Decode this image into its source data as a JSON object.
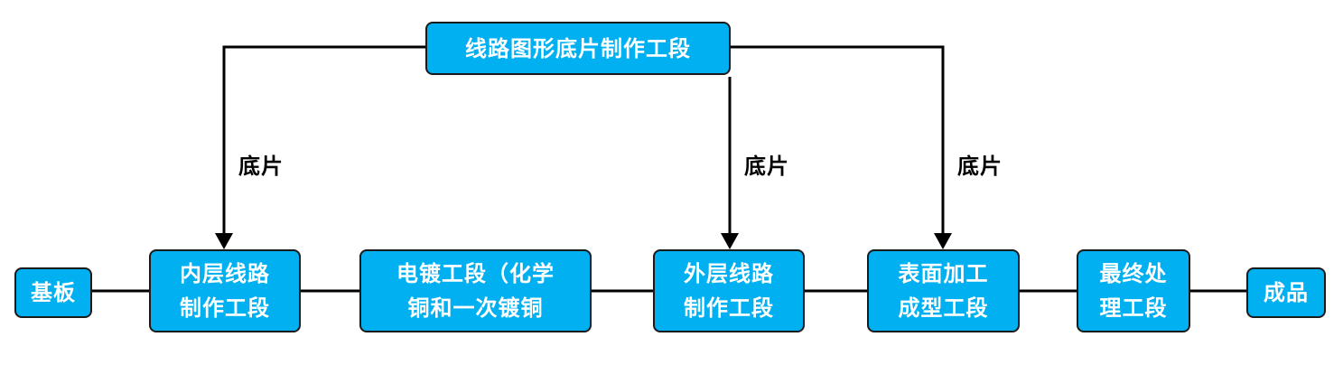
{
  "top_box": "线路图形底片制作工段",
  "film_label": "底片",
  "nodes": {
    "substrate": "基板",
    "inner_1": "内层线路",
    "inner_2": "制作工段",
    "plating_1": "电镀工段（化学",
    "plating_2": "铜和一次镀铜",
    "outer_1": "外层线路",
    "outer_2": "制作工段",
    "surface_1": "表面加工",
    "surface_2": "成型工段",
    "final_1": "最终处",
    "final_2": "理工段",
    "product": "成品"
  },
  "colors": {
    "box_fill": "#00b0f0",
    "box_border": "#1a1a1a",
    "line": "#000000"
  }
}
